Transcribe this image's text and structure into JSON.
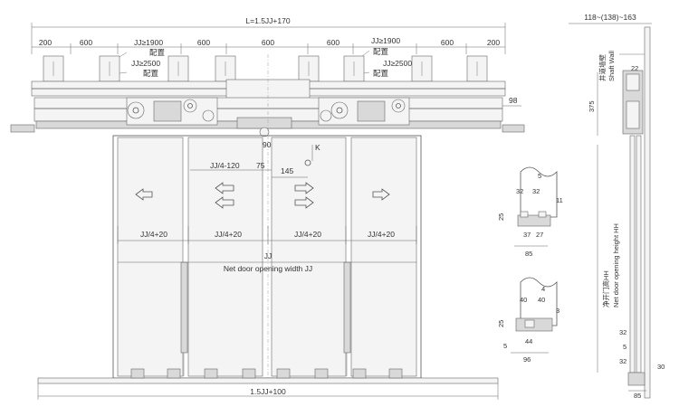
{
  "front": {
    "overall_width": "L=1.5JJ+170",
    "top_dims": [
      "200",
      "600",
      "600",
      "600",
      "600",
      "600",
      "200"
    ],
    "config_left": [
      "JJ≥1900",
      "配置",
      "JJ≥2500",
      "配置"
    ],
    "config_right": [
      "JJ≥1900",
      "配置",
      "JJ≥2500",
      "配置"
    ],
    "dim_98": "98",
    "dim_90": "90",
    "dim_k": "K",
    "dim_jj4_120": "JJ/4-120",
    "dim_75": "75",
    "dim_145": "145",
    "panel_widths": [
      "JJ/4+20",
      "JJ/4+20",
      "JJ/4+20",
      "JJ/4+20"
    ],
    "opening_label": "JJ",
    "opening_desc": "Net door opening width JJ",
    "sill_width": "1.5JJ+100"
  },
  "detail_top": {
    "dims": [
      "5",
      "32",
      "32",
      "11",
      "25",
      "37",
      "27",
      "85"
    ]
  },
  "detail_bottom": {
    "dims": [
      "4",
      "40",
      "40",
      "3",
      "25",
      "5",
      "44",
      "96"
    ]
  },
  "side": {
    "top_range": "118~(138)~163",
    "shaft_wall_cn": "井道墙壁",
    "shaft_wall_en": "Shaft Wall",
    "dim_22": "22",
    "dim_375": "375",
    "height_cn": "净开门高HH",
    "height_en": "Net door opening height HH",
    "dims_bottom": [
      "32",
      "5",
      "32",
      "30",
      "85"
    ]
  }
}
